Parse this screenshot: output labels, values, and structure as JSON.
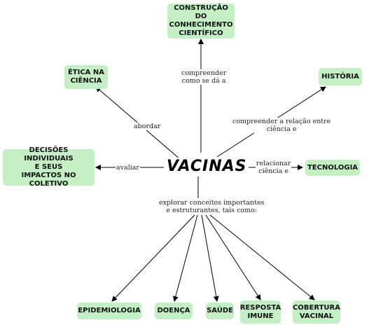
{
  "central_concept": "VACINAS",
  "concepts": {
    "construcao": "CONSTRUÇÃO DO\nCONHECIMENTO\nCIENTÍFICO",
    "etica": "ÉTICA NA\nCIÊNCIA",
    "historia": "HISTÓRIA",
    "decisoes": "DECISÕES INDIVIDUAIS\nE SEUS\nIMPACTOS NO COLETIVO",
    "tecnologia": "TECNOLOGIA",
    "epidemiologia": "EPIDEMIOLOGIA",
    "doenca": "DOENÇA",
    "saude": "SAÚDE",
    "resposta": "RESPOSTA\nIMUNE",
    "cobertura": "COBERTURA\nVACINAL"
  },
  "links": {
    "compreender": "compreender\ncomo se dá a",
    "abordar": "abordar",
    "compreender_relacao": "compreender a relação entre\nciência e",
    "avaliar": "avaliar",
    "relacionar": "relacionar\nciência e",
    "explorar": "explorar conceitos importantes\ne estruturantes, tais como:"
  },
  "colors": {
    "node_fill": "#c4efc4",
    "edge": "#000000"
  }
}
